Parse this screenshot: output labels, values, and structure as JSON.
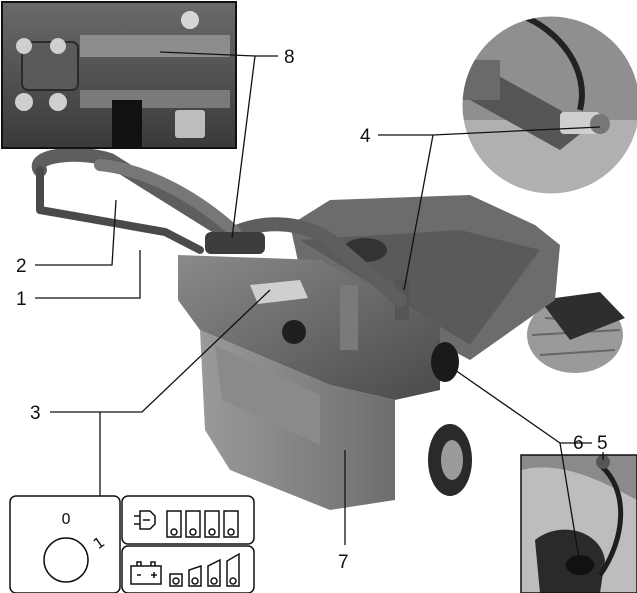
{
  "callouts": {
    "c1": "1",
    "c2": "2",
    "c3": "3",
    "c4": "4",
    "c5": "5",
    "c6": "6",
    "c7": "7",
    "c8": "8"
  },
  "switch_panel": {
    "off_symbol": "0",
    "on_symbol": "1"
  },
  "icons": {
    "plug": "plug-icon",
    "battery": "battery-icon",
    "charge_levels": "charge-level-icon"
  },
  "colors": {
    "photo_dark": "#3a3a3a",
    "photo_mid": "#7d7d7d",
    "photo_light": "#b8b8b8",
    "line": "#111111"
  }
}
